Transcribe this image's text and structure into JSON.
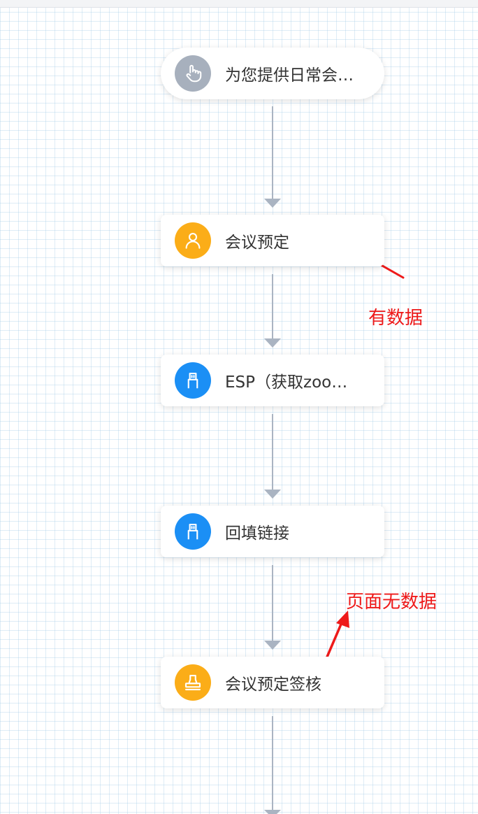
{
  "colors": {
    "gray": "#a7b0bd",
    "orange": "#fbad18",
    "blue": "#1b8ff5",
    "connector": "#aab4c2",
    "annotation": "#ee1a1a"
  },
  "nodes": [
    {
      "label": "为您提供日常会…",
      "icon": "hand-pointer-icon",
      "color": "gray"
    },
    {
      "label": "会议预定",
      "icon": "user-icon",
      "color": "orange"
    },
    {
      "label": "ESP（获取zoo…",
      "icon": "usb-plug-icon",
      "color": "blue"
    },
    {
      "label": "回填链接",
      "icon": "usb-plug-icon",
      "color": "blue"
    },
    {
      "label": "会议预定签核",
      "icon": "stamp-icon",
      "color": "orange"
    }
  ],
  "annotations": {
    "has_data": "有数据",
    "no_data": "页面无数据"
  }
}
